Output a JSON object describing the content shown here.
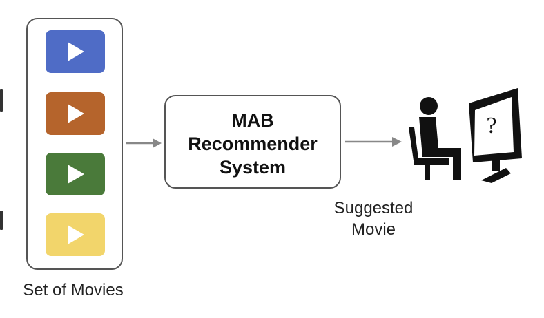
{
  "diagram": {
    "movie_set": {
      "label": "Set of Movies",
      "movies": [
        {
          "color": "#4f6cc6",
          "icon": "play-icon"
        },
        {
          "color": "#b5642c",
          "icon": "play-icon"
        },
        {
          "color": "#4a7a3a",
          "icon": "play-icon"
        },
        {
          "color": "#f2d56b",
          "icon": "play-icon"
        }
      ]
    },
    "recommender": {
      "lines": [
        "MAB",
        "Recommender",
        "System"
      ]
    },
    "output": {
      "label_lines": [
        "Suggested",
        "Movie"
      ],
      "screen_symbol": "?"
    },
    "colors": {
      "arrow": "#888888",
      "box_border": "#555555",
      "play_glyph": "#ffffff",
      "viewer": "#111111"
    }
  }
}
